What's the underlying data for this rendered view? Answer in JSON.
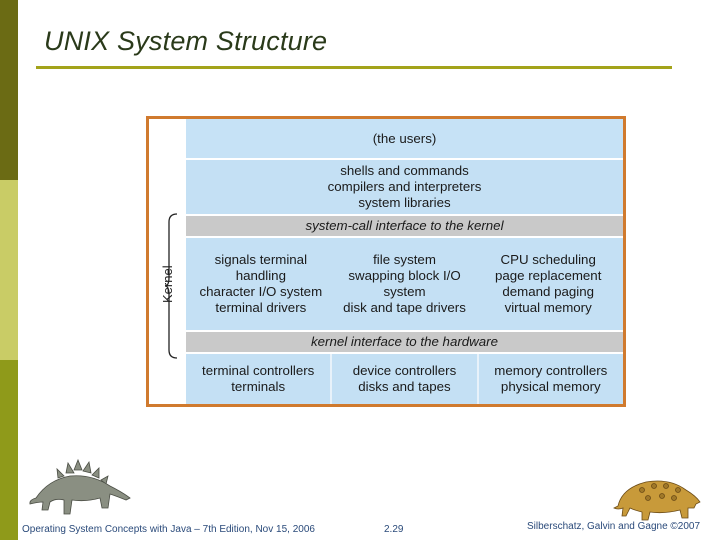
{
  "slide": {
    "title": "UNIX System Structure"
  },
  "diagram": {
    "kernel_label": "Kernel",
    "layers": {
      "users": [
        "(the users)"
      ],
      "shells": [
        "shells and commands",
        "compilers and interpreters",
        "system libraries"
      ],
      "syscall": "system-call interface to the kernel",
      "kernel_columns": [
        [
          "signals terminal",
          "handling",
          "character I/O system",
          "terminal drivers"
        ],
        [
          "file system",
          "swapping block I/O",
          "system",
          "disk and tape drivers"
        ],
        [
          "CPU scheduling",
          "page replacement",
          "demand paging",
          "virtual memory"
        ]
      ],
      "hw_interface": "kernel interface to the hardware",
      "hardware": [
        [
          "terminal controllers",
          "terminals"
        ],
        [
          "device controllers",
          "disks and tapes"
        ],
        [
          "memory controllers",
          "physical memory"
        ]
      ]
    },
    "colors": {
      "border": "#d07a2e",
      "layer": "#c4e0f4",
      "interface": "#c9c9c9"
    }
  },
  "footer": {
    "left": "Operating System Concepts with Java – 7th Edition, Nov 15, 2006",
    "page": "2.29",
    "right": "Silberschatz, Galvin and Gagne ©2007"
  },
  "icons": {
    "left_dino": "stegosaurus-icon",
    "right_dino": "ankylosaurus-icon"
  }
}
